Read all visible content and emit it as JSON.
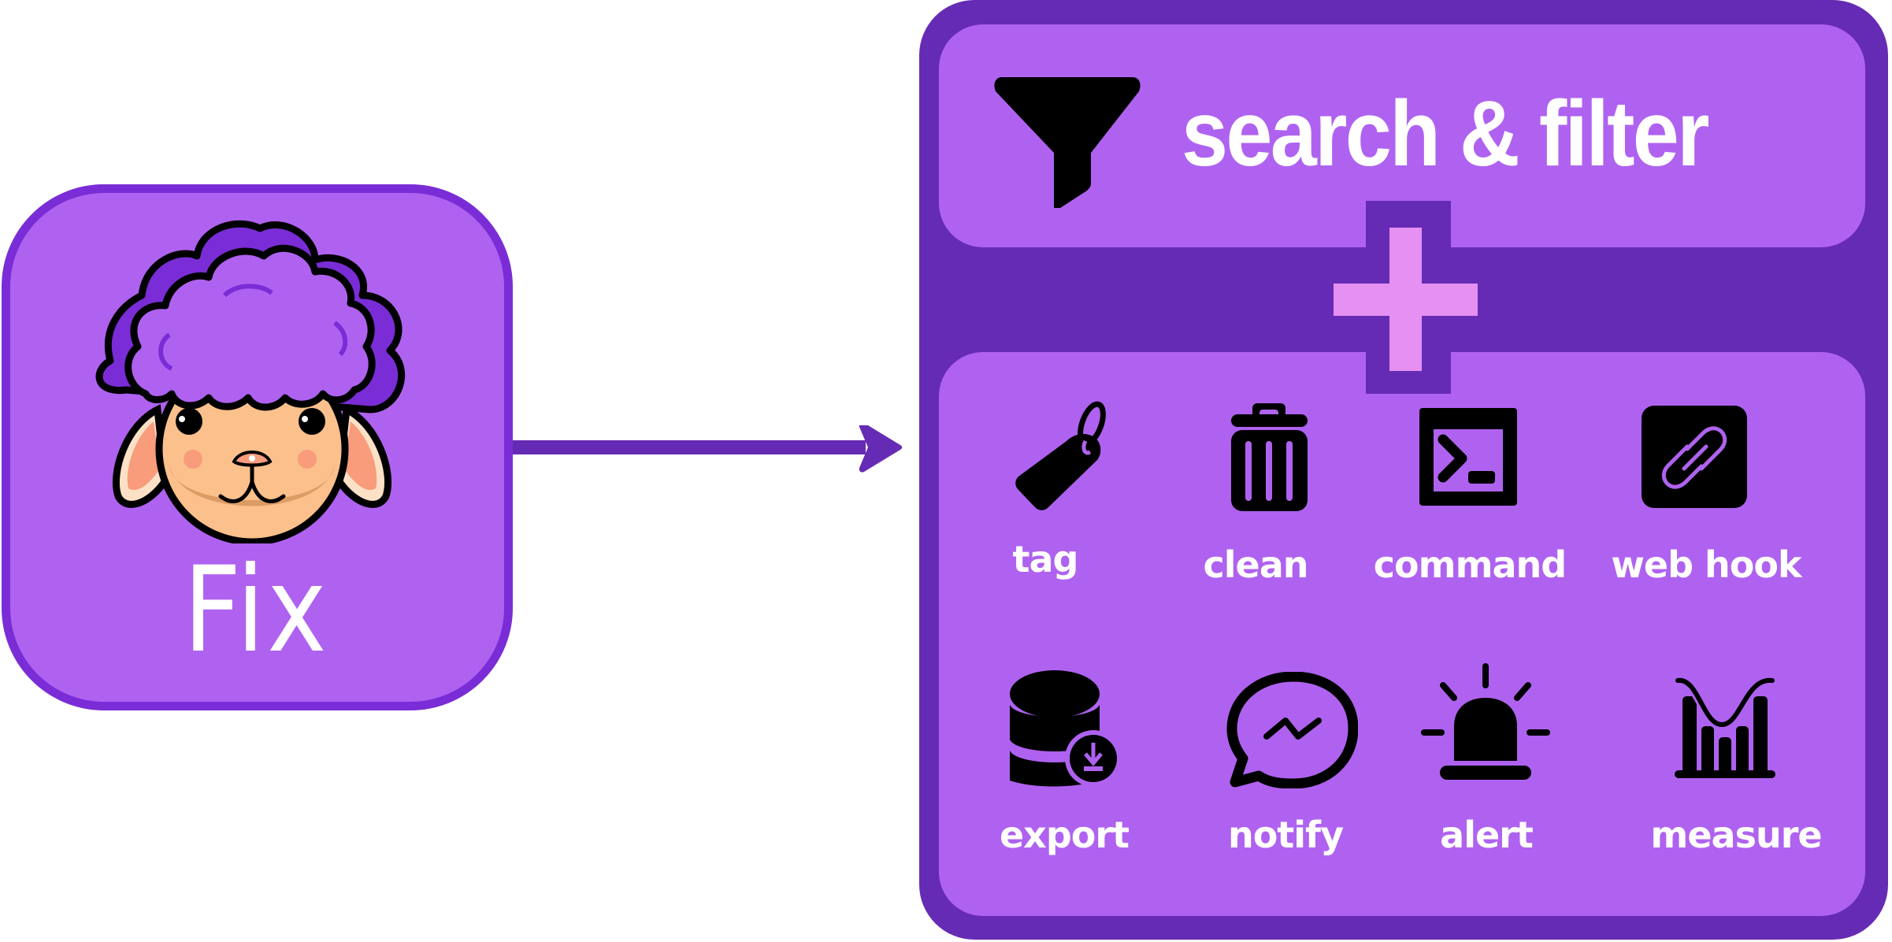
{
  "source_card": {
    "label": "Fix",
    "mascot": "sheep-mascot"
  },
  "connector": {
    "type": "arrow",
    "direction": "right"
  },
  "target_panel": {
    "header": {
      "title": "search & filter",
      "icon": "funnel-icon"
    },
    "combiner": "plus",
    "actions": [
      {
        "label": "tag",
        "icon": "tag-icon"
      },
      {
        "label": "clean",
        "icon": "trash-icon"
      },
      {
        "label": "command",
        "icon": "terminal-icon"
      },
      {
        "label": "web hook",
        "icon": "link-icon"
      },
      {
        "label": "export",
        "icon": "database-export-icon"
      },
      {
        "label": "notify",
        "icon": "chat-bubble-icon"
      },
      {
        "label": "alert",
        "icon": "siren-icon"
      },
      {
        "label": "measure",
        "icon": "chart-icon"
      }
    ]
  },
  "colors": {
    "card_fill": "#af62f0",
    "card_border": "#7a2dd6",
    "panel_dark": "#662bb4",
    "plus": "#e590f2",
    "text": "#ffffff",
    "icon": "#000000"
  }
}
